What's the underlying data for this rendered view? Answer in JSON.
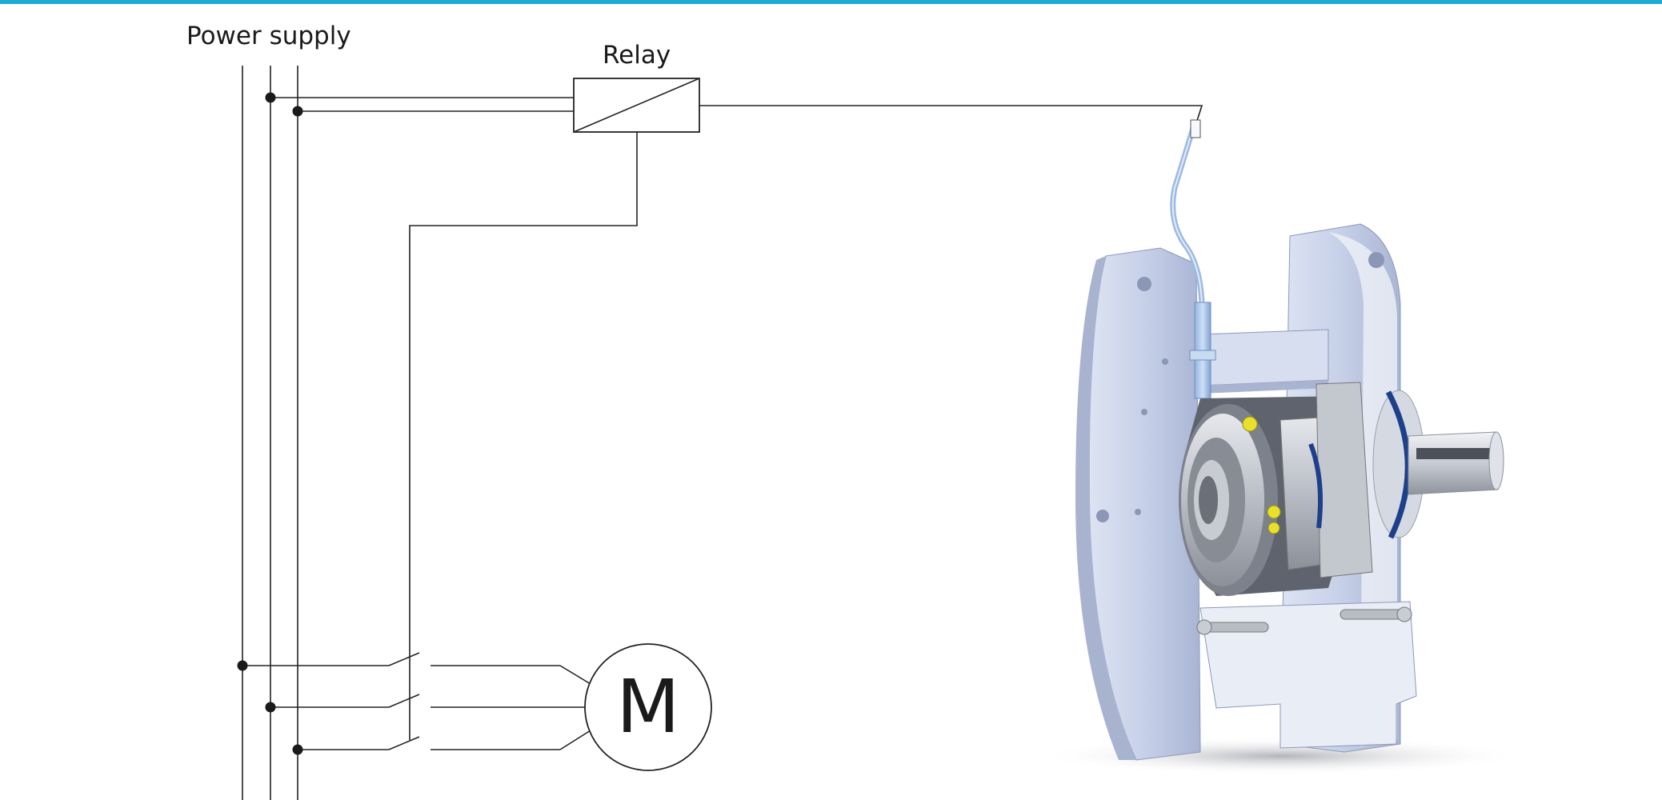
{
  "header": {
    "accent_color": "#1fa9d8"
  },
  "labels": {
    "power_supply": "Power supply",
    "relay": "Relay",
    "motor": "M"
  },
  "illustration": {
    "name": "safety-clutch-with-proximity-sensor",
    "colors": {
      "housing": "#c9d3ea",
      "housing_shadow": "#a5b1cf",
      "steel": "#b8bcc4",
      "dark_steel": "#6e7480",
      "seal_ring": "#1e3f8a",
      "ball": "#e8e02a",
      "sensor": "#a9c4e8"
    }
  }
}
